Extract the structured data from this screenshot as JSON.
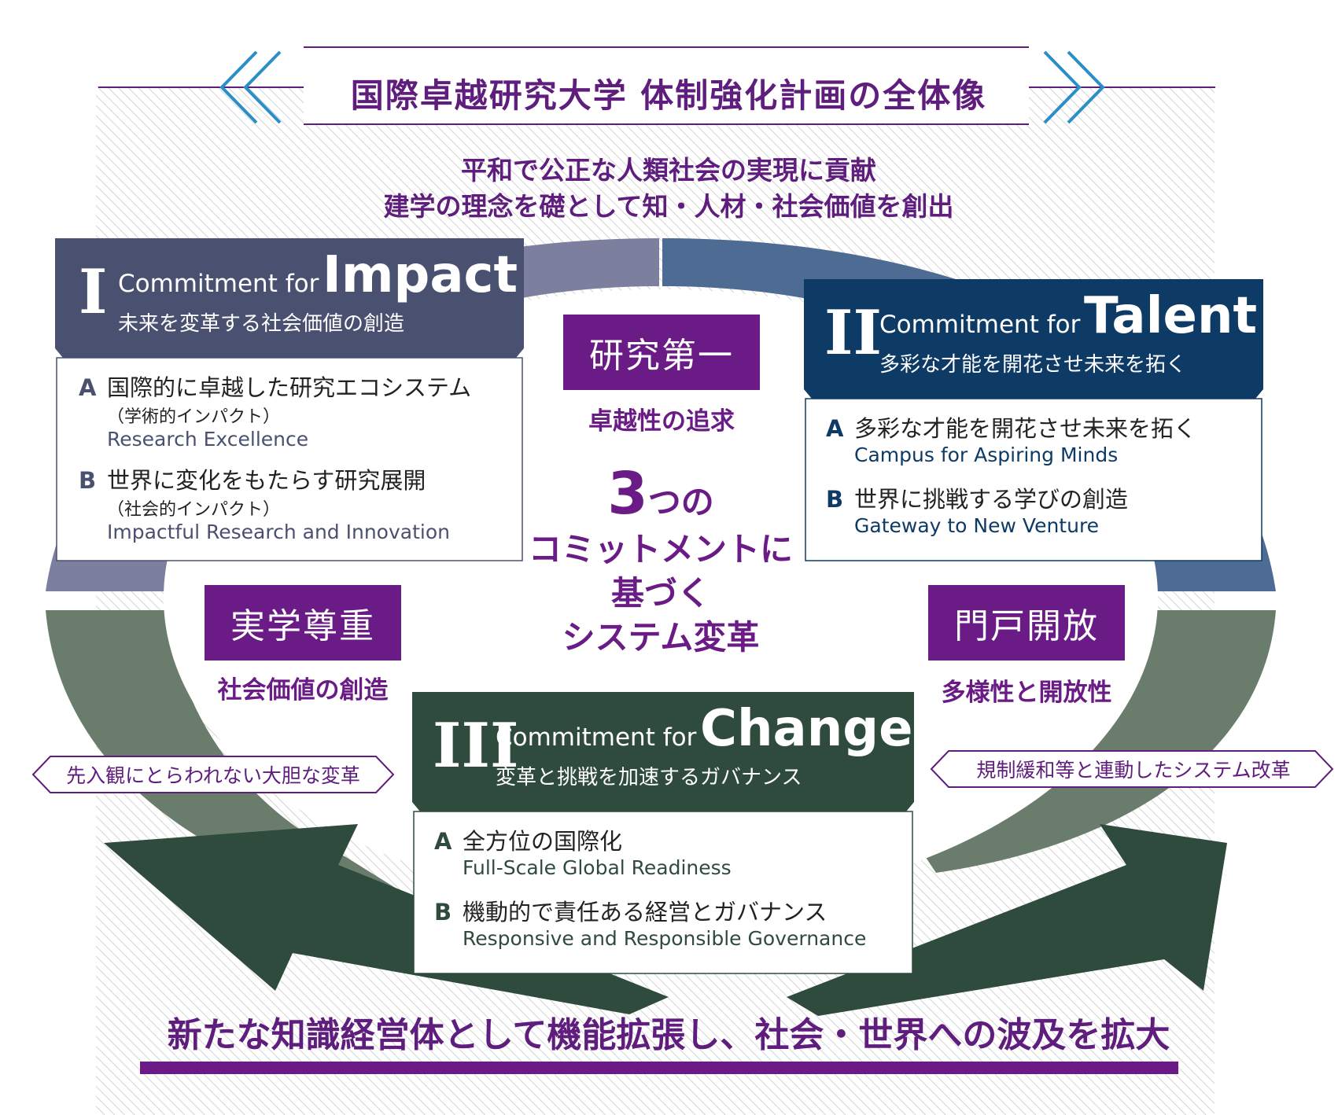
{
  "title": "国際卓越研究大学 体制強化計画の全体像",
  "mission": {
    "line1": "平和で公正な人類社会の実現に貢献",
    "line2": "建学の理念を礎として知・人材・社会価値を創出"
  },
  "commitments": [
    {
      "numeral": "I",
      "for_text": "Commitment for",
      "word": "Impact",
      "subtitle": "未来を変革する社会価値の創造",
      "color": "#4a5170",
      "items": [
        {
          "key": "A",
          "jp": "国際的に卓越した研究エコシステム",
          "note": "（学術的インパクト）",
          "en": "Research Excellence"
        },
        {
          "key": "B",
          "jp": "世界に変化をもたらす研究展開",
          "note": "（社会的インパクト）",
          "en": "Impactful Research and Innovation"
        }
      ]
    },
    {
      "numeral": "II",
      "for_text": "Commitment for",
      "word": "Talent",
      "subtitle": "多彩な才能を開花させ未来を拓く",
      "color": "#0e3a66",
      "items": [
        {
          "key": "A",
          "jp": "多彩な才能を開花させ未来を拓く",
          "en": "Campus for Aspiring Minds"
        },
        {
          "key": "B",
          "jp": "世界に挑戦する学びの創造",
          "en": "Gateway to New Venture"
        }
      ]
    },
    {
      "numeral": "III",
      "for_text": "Commitment for",
      "word": "Change",
      "subtitle": "変革と挑戦を加速するガバナンス",
      "color": "#2f4b3d",
      "items": [
        {
          "key": "A",
          "jp": "全方位の国際化",
          "en": "Full-Scale Global Readiness"
        },
        {
          "key": "B",
          "jp": "機動的で責任ある経営とガバナンス",
          "en": "Responsive and Responsible Governance"
        }
      ]
    }
  ],
  "values": [
    {
      "label": "研究第一",
      "sub": "卓越性の追求"
    },
    {
      "label": "実学尊重",
      "sub": "社会価値の創造"
    },
    {
      "label": "門戸開放",
      "sub": "多様性と開放性"
    }
  ],
  "center": {
    "num": "3",
    "no": "つの",
    "line2": "コミットメントに",
    "line3": "基づく",
    "line4": "システム変革"
  },
  "tags": {
    "left": "先入観にとらわれない大胆な変革",
    "right": "規制緩和等と連動したシステム改革"
  },
  "bottom": "新たな知識経営体として機能拡張し、社会・世界への波及を拡大",
  "colors": {
    "purple": "#6a1b85",
    "title_purple": "#5f1e7d",
    "chevron_blue": "#2a8fc9",
    "impact_ring": "#7c809e",
    "talent_ring": "#4d6b93",
    "change_ring": "#6a7d6d",
    "change_arrow": "#2f4b3d"
  }
}
